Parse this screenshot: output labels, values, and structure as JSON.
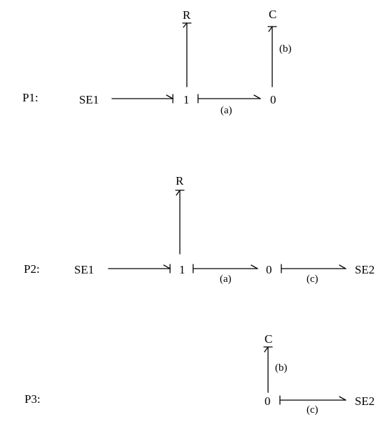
{
  "diagrams": [
    {
      "label": "P1:",
      "nodes": {
        "se1": "SE1",
        "one": "1",
        "zero": "0",
        "r": "R",
        "c": "C"
      },
      "bonds": {
        "a": "(a)",
        "b": "(b)"
      }
    },
    {
      "label": "P2:",
      "nodes": {
        "se1": "SE1",
        "one": "1",
        "zero": "0",
        "se2": "SE2",
        "r": "R"
      },
      "bonds": {
        "a": "(a)",
        "c": "(c)"
      }
    },
    {
      "label": "P3:",
      "nodes": {
        "c": "C",
        "zero": "0",
        "se2": "SE2"
      },
      "bonds": {
        "b": "(b)",
        "c": "(c)"
      }
    }
  ]
}
